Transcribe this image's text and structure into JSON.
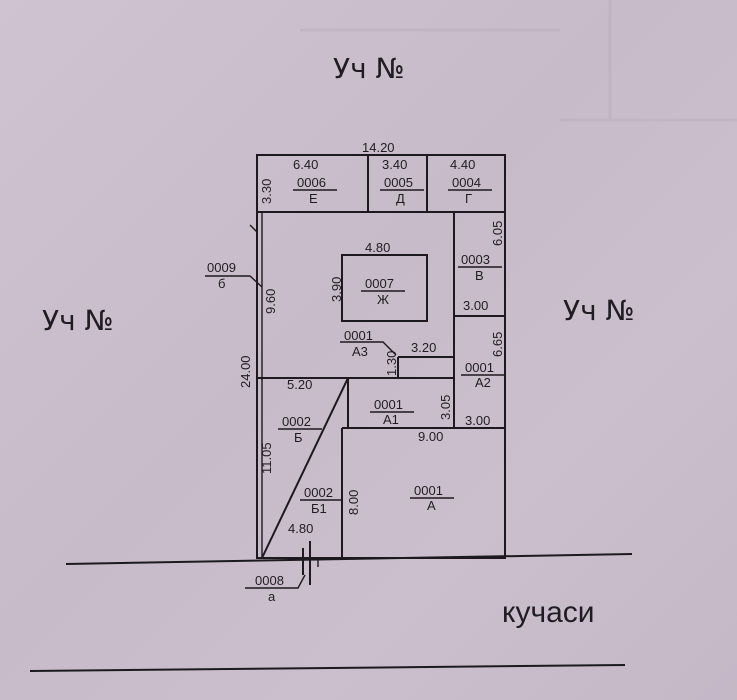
{
  "neighbors": {
    "top": "Уч №",
    "left": "Уч №",
    "right": "Уч №"
  },
  "street": {
    "label": "кучаси"
  },
  "dimensions": {
    "total_width": "14.20",
    "total_depth": "24.00",
    "left_upper": "9.60",
    "left_lower": "11.05",
    "top_row_height": "3.30",
    "room_e_width": "6.40",
    "room_d_width": "3.40",
    "room_g_width": "4.40",
    "room_v_height": "6.05",
    "room_v_width": "3.00",
    "room_a2_height": "6.65",
    "room_a2_width": "3.00",
    "room_zh_width": "4.80",
    "room_zh_height": "3.90",
    "room_a3_width": "3.20",
    "room_a3_height": "1.30",
    "room_b_width": "5.20",
    "room_a1_height": "3.05",
    "room_a_width": "9.00",
    "room_a_height": "8.00",
    "gate_width": "4.80"
  },
  "rooms": [
    {
      "id": "0006",
      "letter": "Е"
    },
    {
      "id": "0005",
      "letter": "Д"
    },
    {
      "id": "0004",
      "letter": "Г"
    },
    {
      "id": "0003",
      "letter": "В"
    },
    {
      "id": "0007",
      "letter": "Ж"
    },
    {
      "id": "0009",
      "letter": "б"
    },
    {
      "id": "0001",
      "letter": "А3"
    },
    {
      "id": "0001",
      "letter": "А2"
    },
    {
      "id": "0001",
      "letter": "А1"
    },
    {
      "id": "0002",
      "letter": "Б"
    },
    {
      "id": "0002",
      "letter": "Б1"
    },
    {
      "id": "0001",
      "letter": "А"
    },
    {
      "id": "0008",
      "letter": "а"
    }
  ]
}
